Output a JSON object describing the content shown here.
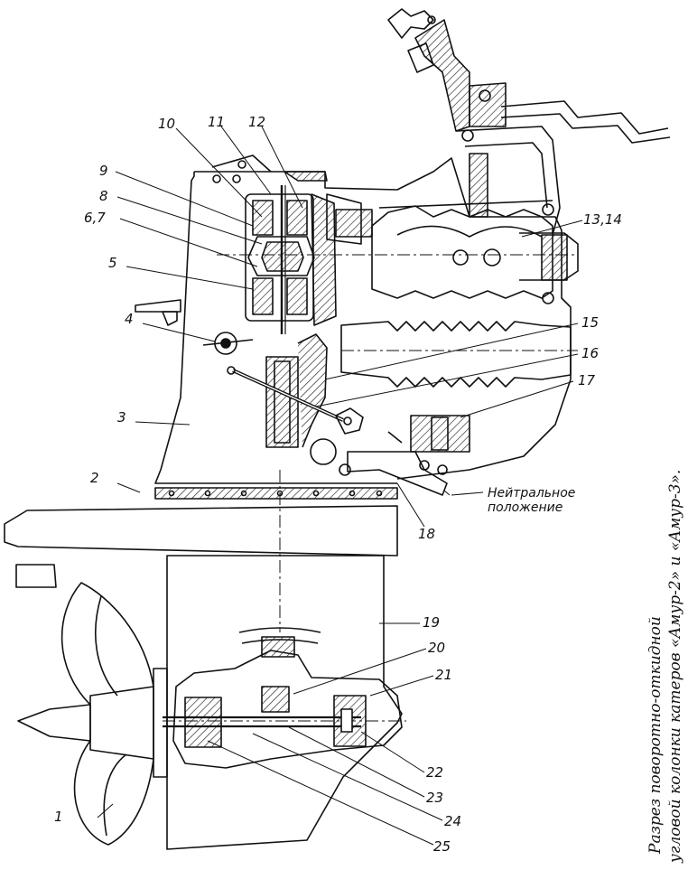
{
  "callouts": {
    "c1": "1",
    "c2": "2",
    "c3": "3",
    "c4": "4",
    "c5": "5",
    "c67": "6,7",
    "c8": "8",
    "c9": "9",
    "c10": "10",
    "c11": "11",
    "c12": "12",
    "c1314": "13,14",
    "c15": "15",
    "c16": "16",
    "c17": "17",
    "c18": "18",
    "c19": "19",
    "c20": "20",
    "c21": "21",
    "c22": "22",
    "c23": "23",
    "c24": "24",
    "c25": "25"
  },
  "neutral_note": {
    "line1": "Нейтральное",
    "line2": "положение"
  },
  "caption": {
    "line1": "Разрез поворотно-откидной",
    "line2": "угловой колонки катеров «Амур-2» и «Амур-3»."
  }
}
